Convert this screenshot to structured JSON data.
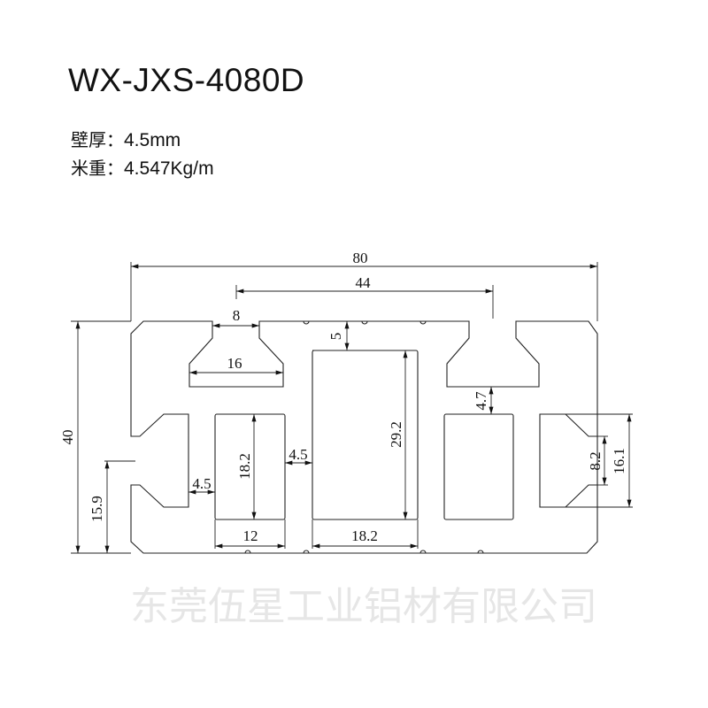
{
  "header": {
    "model": "WX-JXS-4080D",
    "wall_thickness_label": "壁厚：",
    "wall_thickness_value": "4.5mm",
    "weight_label": "米重：",
    "weight_value": "4.547Kg/m"
  },
  "watermark": "东莞伍星工业铝材有限公司",
  "dimensions": {
    "overall_width": "80",
    "slot_spacing": "44",
    "slot_opening": "8",
    "slot_inner_width": "16",
    "top_wall": "5",
    "overall_height": "40",
    "side_slot_offset": "15.9",
    "left_wall": "4.5",
    "left_cavity_height": "18.2",
    "mid_wall": "4.5",
    "left_cavity_width": "12",
    "center_cavity_width": "18.2",
    "center_cavity_height": "29.2",
    "slot_to_cavity": "4.7",
    "side_slot_opening": "8.2",
    "side_slot_height": "16.1"
  }
}
